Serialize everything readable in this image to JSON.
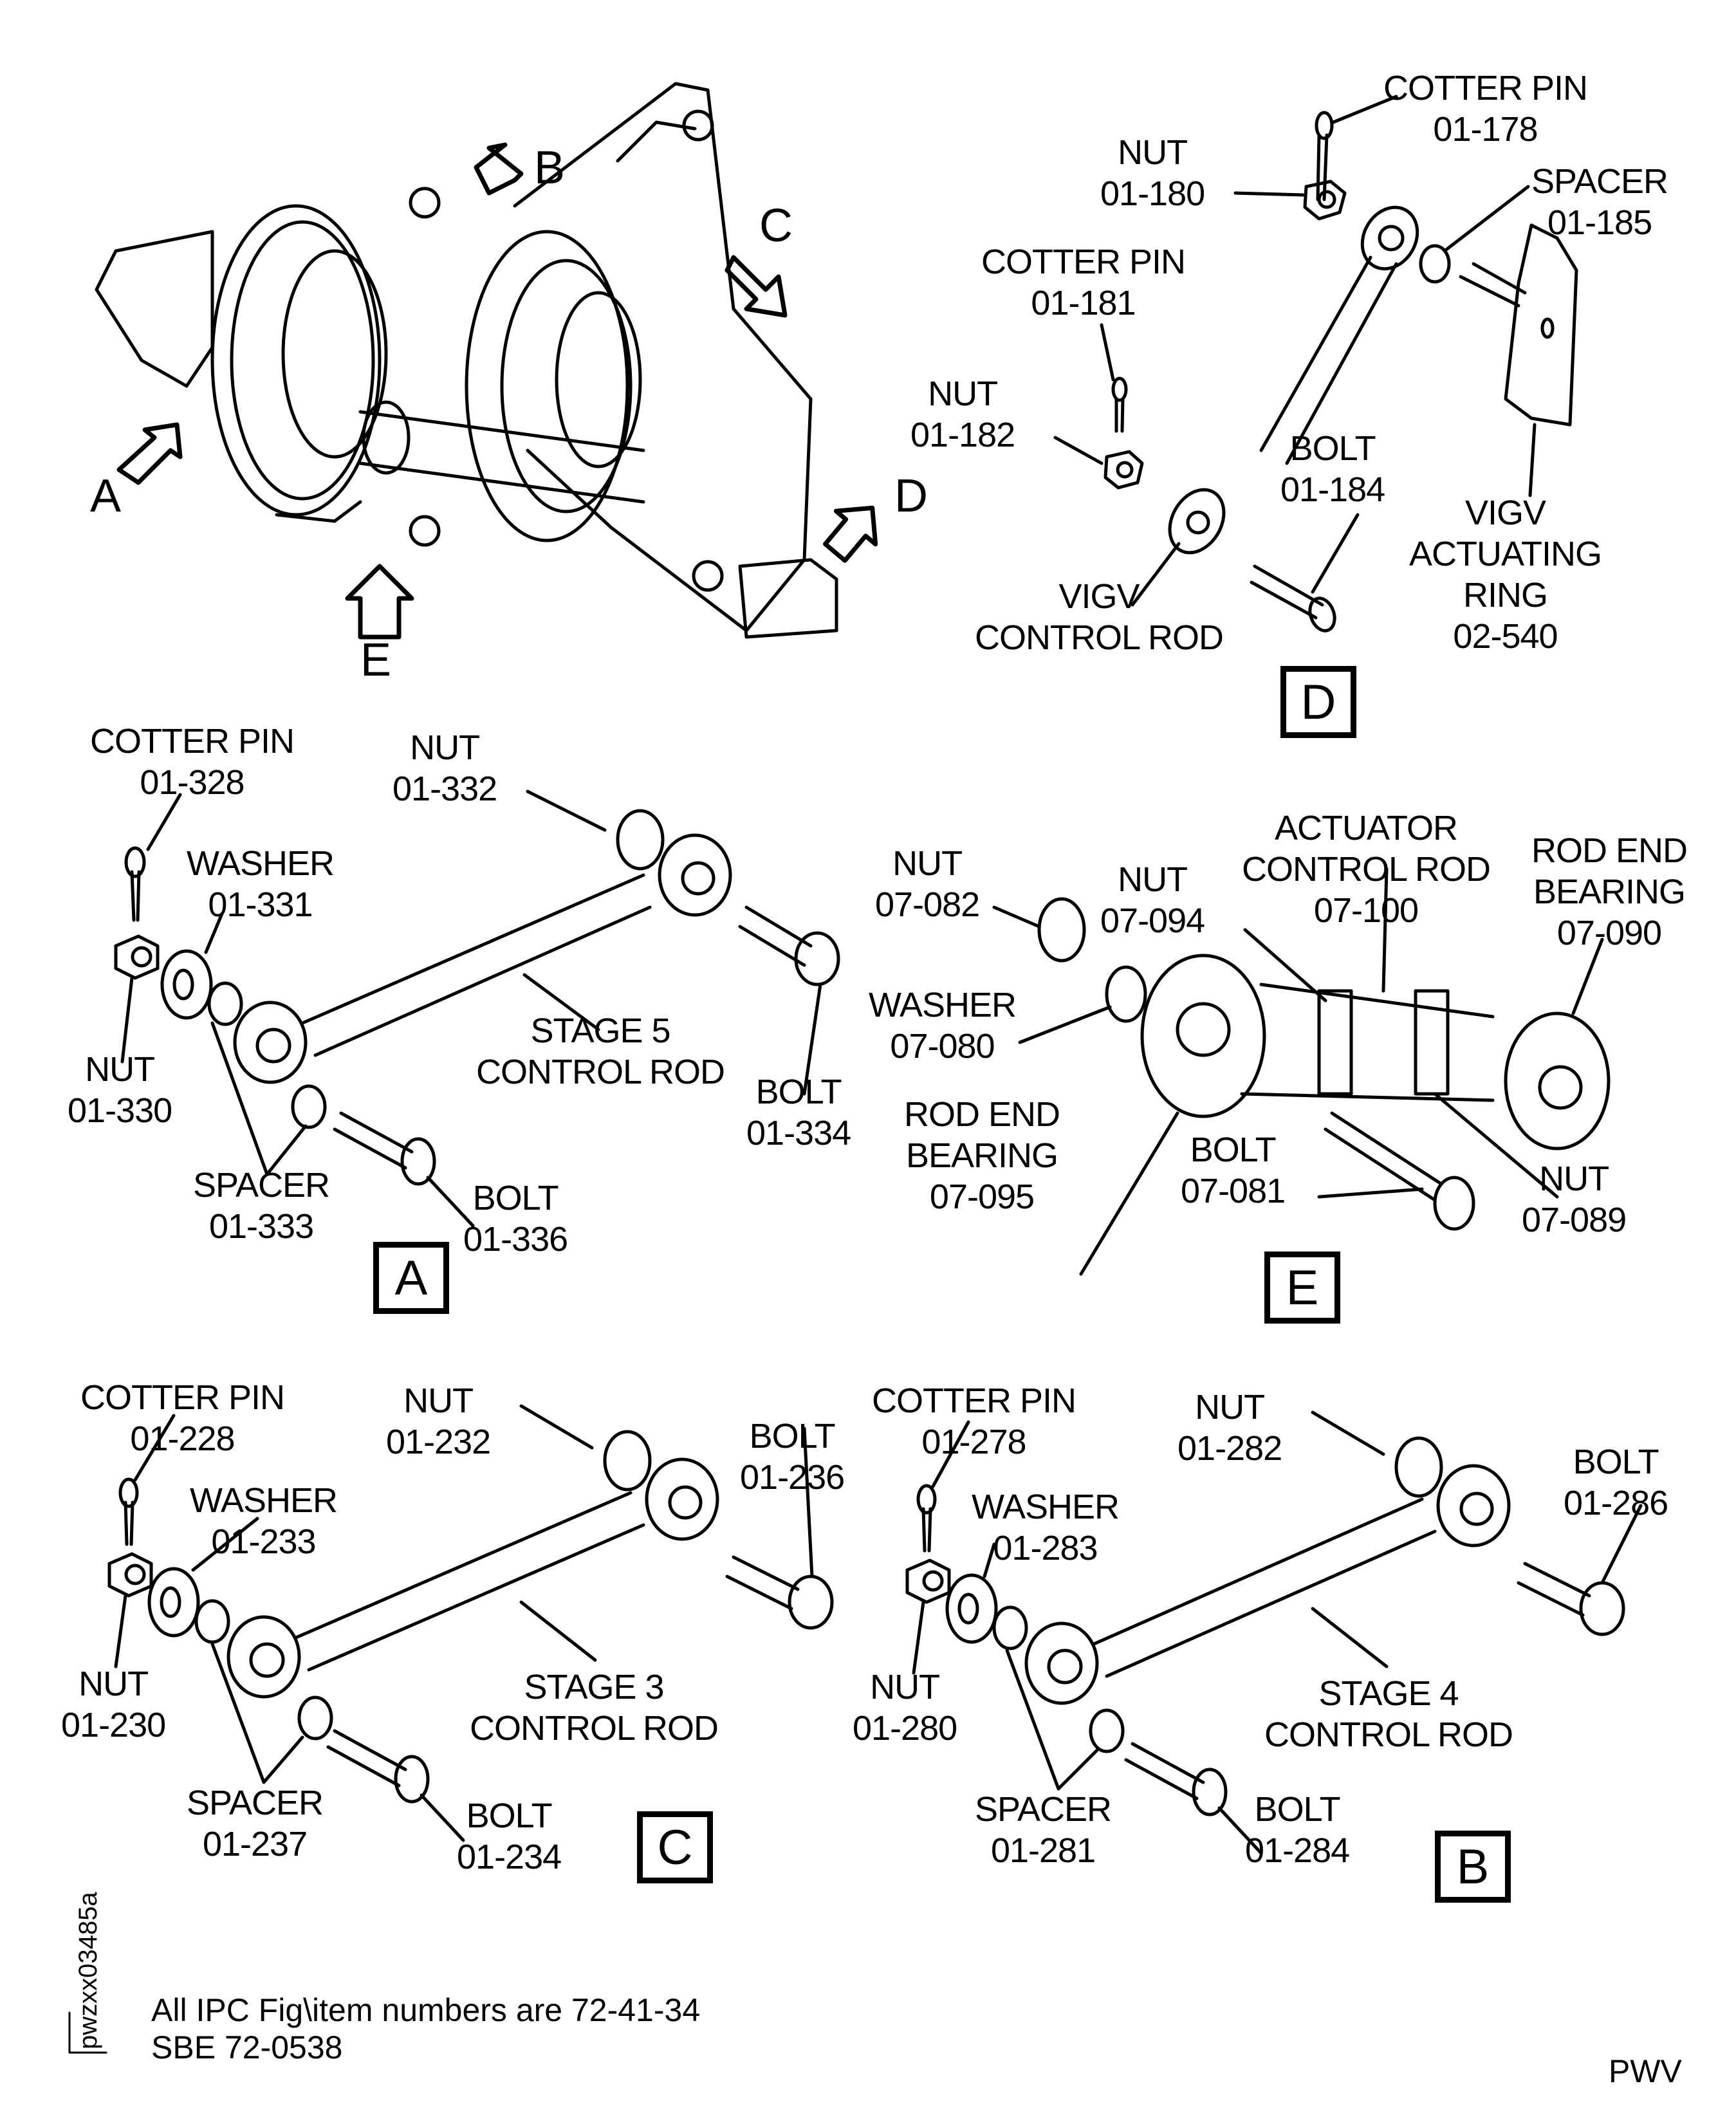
{
  "overview": {
    "view_arrows": [
      "A",
      "B",
      "C",
      "D",
      "E"
    ]
  },
  "views": {
    "D": {
      "box_label": "D",
      "callouts": [
        {
          "name": "COTTER PIN",
          "item": "01-178"
        },
        {
          "name": "NUT",
          "item": "01-180"
        },
        {
          "name": "SPACER",
          "item": "01-185"
        },
        {
          "name": "COTTER PIN",
          "item": "01-181"
        },
        {
          "name": "NUT",
          "item": "01-182"
        },
        {
          "name": "BOLT",
          "item": "01-184"
        },
        {
          "name": "VIGV ACTUATING RING",
          "lines": [
            "VIGV",
            "ACTUATING",
            "RING"
          ],
          "item": "02-540"
        },
        {
          "name": "VIGV CONTROL ROD",
          "lines": [
            "VIGV",
            "CONTROL ROD"
          ],
          "item": ""
        }
      ]
    },
    "A": {
      "box_label": "A",
      "callouts": [
        {
          "name": "COTTER PIN",
          "item": "01-328"
        },
        {
          "name": "NUT",
          "item": "01-332"
        },
        {
          "name": "WASHER",
          "item": "01-331"
        },
        {
          "name": "NUT",
          "item": "01-330"
        },
        {
          "name": "STAGE 5 CONTROL ROD",
          "lines": [
            "STAGE 5",
            "CONTROL ROD"
          ],
          "item": ""
        },
        {
          "name": "BOLT",
          "item": "01-334"
        },
        {
          "name": "SPACER",
          "item": "01-333"
        },
        {
          "name": "BOLT",
          "item": "01-336"
        }
      ]
    },
    "E": {
      "box_label": "E",
      "callouts": [
        {
          "name": "NUT",
          "item": "07-082"
        },
        {
          "name": "NUT",
          "item": "07-094"
        },
        {
          "name": "ACTUATOR CONTROL ROD",
          "lines": [
            "ACTUATOR",
            "CONTROL ROD"
          ],
          "item": "07-100"
        },
        {
          "name": "ROD END BEARING",
          "lines": [
            "ROD END",
            "BEARING"
          ],
          "item": "07-090"
        },
        {
          "name": "WASHER",
          "item": "07-080"
        },
        {
          "name": "ROD END BEARING",
          "lines": [
            "ROD END",
            "BEARING"
          ],
          "item": "07-095"
        },
        {
          "name": "BOLT",
          "item": "07-081"
        },
        {
          "name": "NUT",
          "item": "07-089"
        }
      ]
    },
    "C": {
      "box_label": "C",
      "callouts": [
        {
          "name": "COTTER PIN",
          "item": "01-228"
        },
        {
          "name": "NUT",
          "item": "01-232"
        },
        {
          "name": "BOLT",
          "item": "01-236"
        },
        {
          "name": "WASHER",
          "item": "01-233"
        },
        {
          "name": "NUT",
          "item": "01-230"
        },
        {
          "name": "STAGE 3 CONTROL ROD",
          "lines": [
            "STAGE 3",
            "CONTROL ROD"
          ],
          "item": ""
        },
        {
          "name": "SPACER",
          "item": "01-237"
        },
        {
          "name": "BOLT",
          "item": "01-234"
        }
      ]
    },
    "B": {
      "box_label": "B",
      "callouts": [
        {
          "name": "COTTER PIN",
          "item": "01-278"
        },
        {
          "name": "NUT",
          "item": "01-282"
        },
        {
          "name": "BOLT",
          "item": "01-286"
        },
        {
          "name": "WASHER",
          "item": "01-283"
        },
        {
          "name": "NUT",
          "item": "01-280"
        },
        {
          "name": "STAGE 4 CONTROL ROD",
          "lines": [
            "STAGE 4",
            "CONTROL ROD"
          ],
          "item": ""
        },
        {
          "name": "SPACER",
          "item": "01-281"
        },
        {
          "name": "BOLT",
          "item": "01-284"
        }
      ]
    }
  },
  "footer": {
    "note_line1": "All IPC Fig\\item numbers are 72-41-34",
    "note_line2": "SBE 72-0538",
    "drawing_id": "pwzxx03485a",
    "brand": "PWV"
  }
}
